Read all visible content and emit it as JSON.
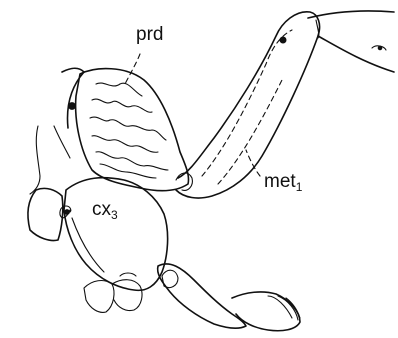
{
  "labels": {
    "prd": "prd",
    "met": "met",
    "met_sub": "1",
    "cx": "cx",
    "cx_sub": "3"
  }
}
